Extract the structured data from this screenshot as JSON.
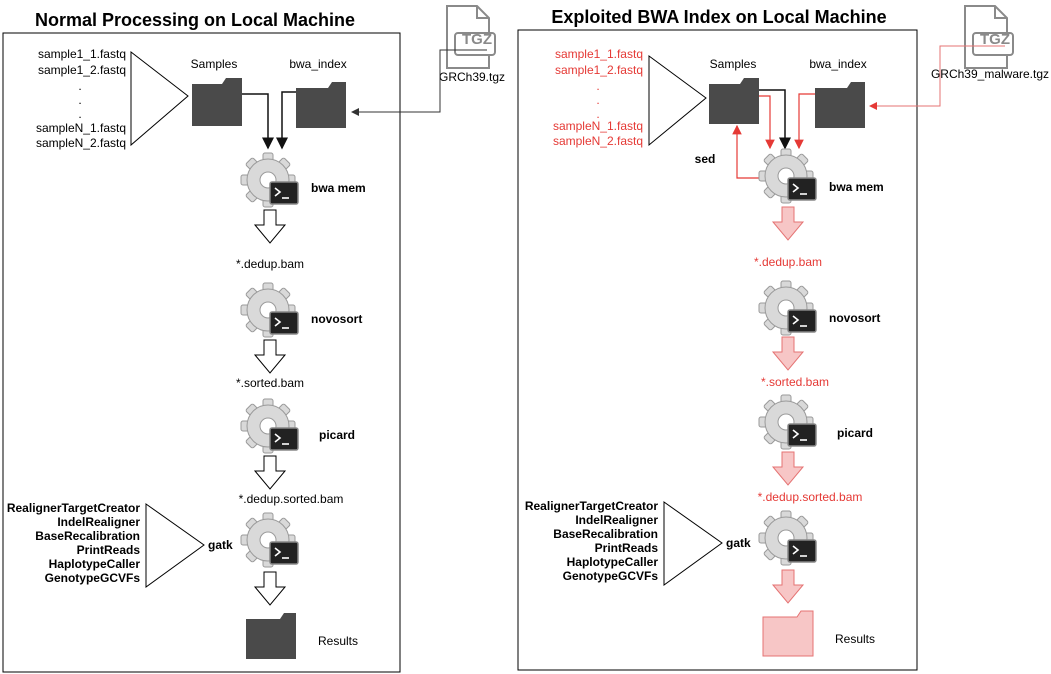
{
  "left_panel": {
    "title": "Normal Processing on Local Machine",
    "archive_ext": "TGZ",
    "archive_name": "GRCh39.tgz",
    "samples_label": "Samples",
    "index_label": "bwa_index",
    "sample_files": [
      "sample1_1.fastq",
      "sample1_2.fastq",
      ".",
      ".",
      ".",
      "sampleN_1.fastq",
      "sampleN_2.fastq"
    ],
    "steps": [
      {
        "tool": "bwa mem",
        "output": "*.dedup.bam"
      },
      {
        "tool": "novosort",
        "output": "*.sorted.bam"
      },
      {
        "tool": "picard",
        "output": "*.dedup.sorted.bam"
      },
      {
        "tool": "gatk",
        "output": ""
      }
    ],
    "gatk_tools": [
      "RealignerTargetCreator",
      "IndelRealigner",
      "BaseRecalibration",
      "PrintReads",
      "HaplotypeCaller",
      "GenotypeGCVFs"
    ],
    "results_label": "Results"
  },
  "right_panel": {
    "title": "Exploited BWA Index on Local Machine",
    "archive_ext": "TGZ",
    "archive_name": "GRCh39_malware.tgz",
    "samples_label": "Samples",
    "index_label": "bwa_index",
    "sed_label": "sed",
    "sample_files": [
      "sample1_1.fastq",
      "sample1_2.fastq",
      ".",
      ".",
      ".",
      "sampleN_1.fastq",
      "sampleN_2.fastq"
    ],
    "steps": [
      {
        "tool": "bwa mem",
        "output": "*.dedup.bam"
      },
      {
        "tool": "novosort",
        "output": "*.sorted.bam"
      },
      {
        "tool": "picard",
        "output": "*.dedup.sorted.bam"
      },
      {
        "tool": "gatk",
        "output": ""
      }
    ],
    "gatk_tools": [
      "RealignerTargetCreator",
      "IndelRealigner",
      "BaseRecalibration",
      "PrintReads",
      "HaplotypeCaller",
      "GenotypeGCVFs"
    ],
    "results_label": "Results"
  },
  "colors": {
    "normal_flow": "#111111",
    "malicious_flow": "#e53935",
    "malicious_fill": "#f7c6c6",
    "folder": "#4a4a4a",
    "gear": "#d6d6d6",
    "terminal": "#1e1e1e"
  }
}
